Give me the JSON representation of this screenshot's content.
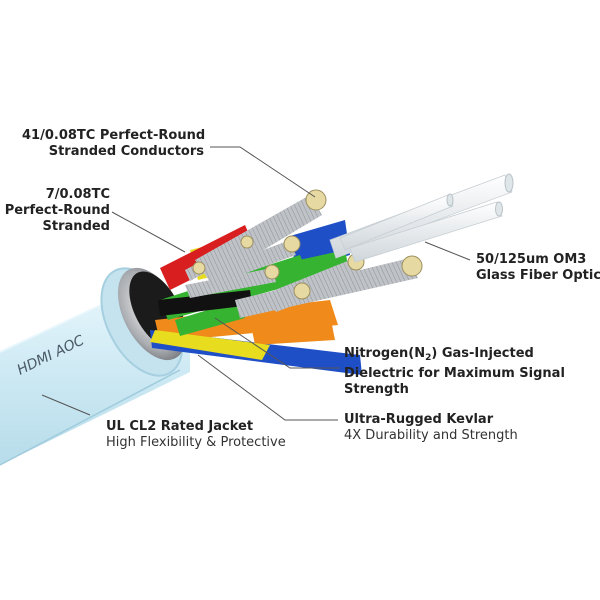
{
  "jacket_print": "HDMI AOC",
  "labels": {
    "conductors_41": {
      "line1": "41/0.08TC Perfect-Round",
      "line2": "Stranded Conductors"
    },
    "conductors_7": {
      "line1": "7/0.08TC",
      "line2": "Perfect-Round",
      "line3": "Stranded"
    },
    "fiber": {
      "line1": "50/125um OM3",
      "line2": "Glass Fiber Optic"
    },
    "dielectric": {
      "line1_pre": "Nitrogen(N",
      "line1_sub": "2",
      "line1_post": ") Gas-Injected",
      "line2": "Dielectric for Maximum Signal",
      "line3": "Strength"
    },
    "jacket": {
      "title": "UL CL2 Rated Jacket",
      "subtitle": "High Flexibility & Protective"
    },
    "kevlar": {
      "title": "Ultra-Rugged Kevlar",
      "subtitle": "4X Durability and Strength"
    }
  },
  "colors": {
    "jacket": "#cfeaf4",
    "red_wire": "#d81e1e",
    "green_wire": "#36b431",
    "yellow_wire": "#e8dc1e",
    "blue_wire": "#1f4fc7",
    "orange_wire": "#f08a1a",
    "copper_strands": "#c9ccd0",
    "fiber": "#f1f4f6"
  }
}
